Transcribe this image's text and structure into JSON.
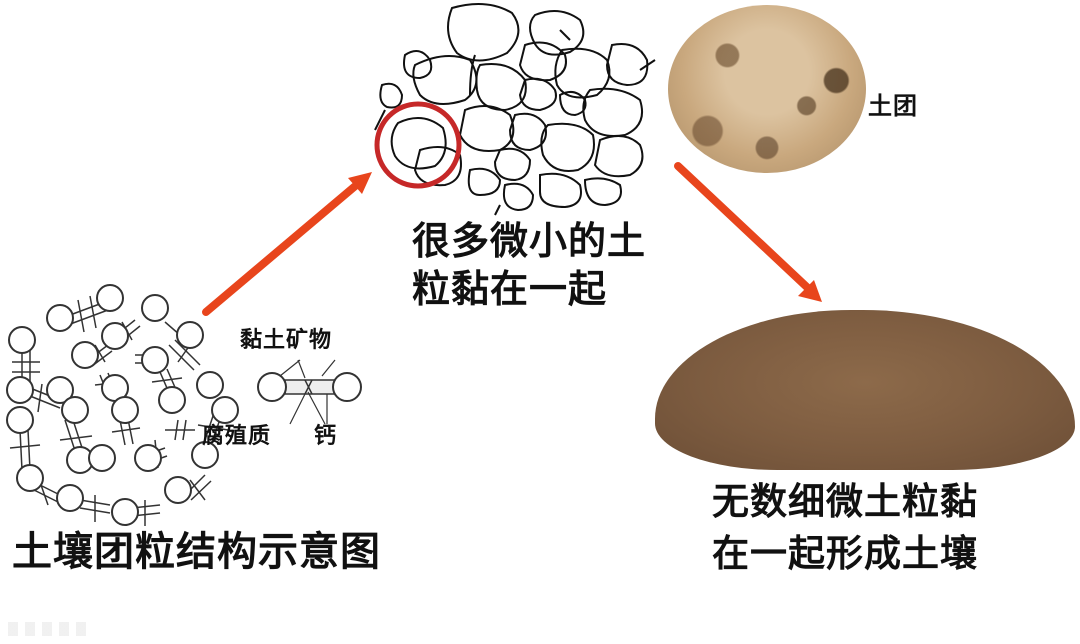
{
  "diagram": {
    "title": "土壤团粒结构示意图",
    "left_panel": {
      "title": "土壤团粒结构示意图",
      "inset_labels": {
        "clay_minerals": "黏土矿物",
        "humus": "腐殖质",
        "calcium": "钙"
      }
    },
    "middle_panel": {
      "caption_line1": "很多微小的土",
      "caption_line2": "粒黏在一起",
      "highlight_color": "#c62828"
    },
    "right_top_panel": {
      "label": "土团"
    },
    "right_bottom_panel": {
      "caption_line1": "无数细微土粒黏",
      "caption_line2": "在一起形成土壤"
    },
    "arrows": [
      {
        "from": "left_panel",
        "to": "middle_panel",
        "color": "#e8451c"
      },
      {
        "from": "middle_panel",
        "to": "right_bottom_panel",
        "color": "#e8451c"
      }
    ],
    "colors": {
      "arrow": "#e8451c",
      "text": "#111111",
      "soil": "#7e5c3e",
      "aggregate": "#c9a87e"
    }
  }
}
